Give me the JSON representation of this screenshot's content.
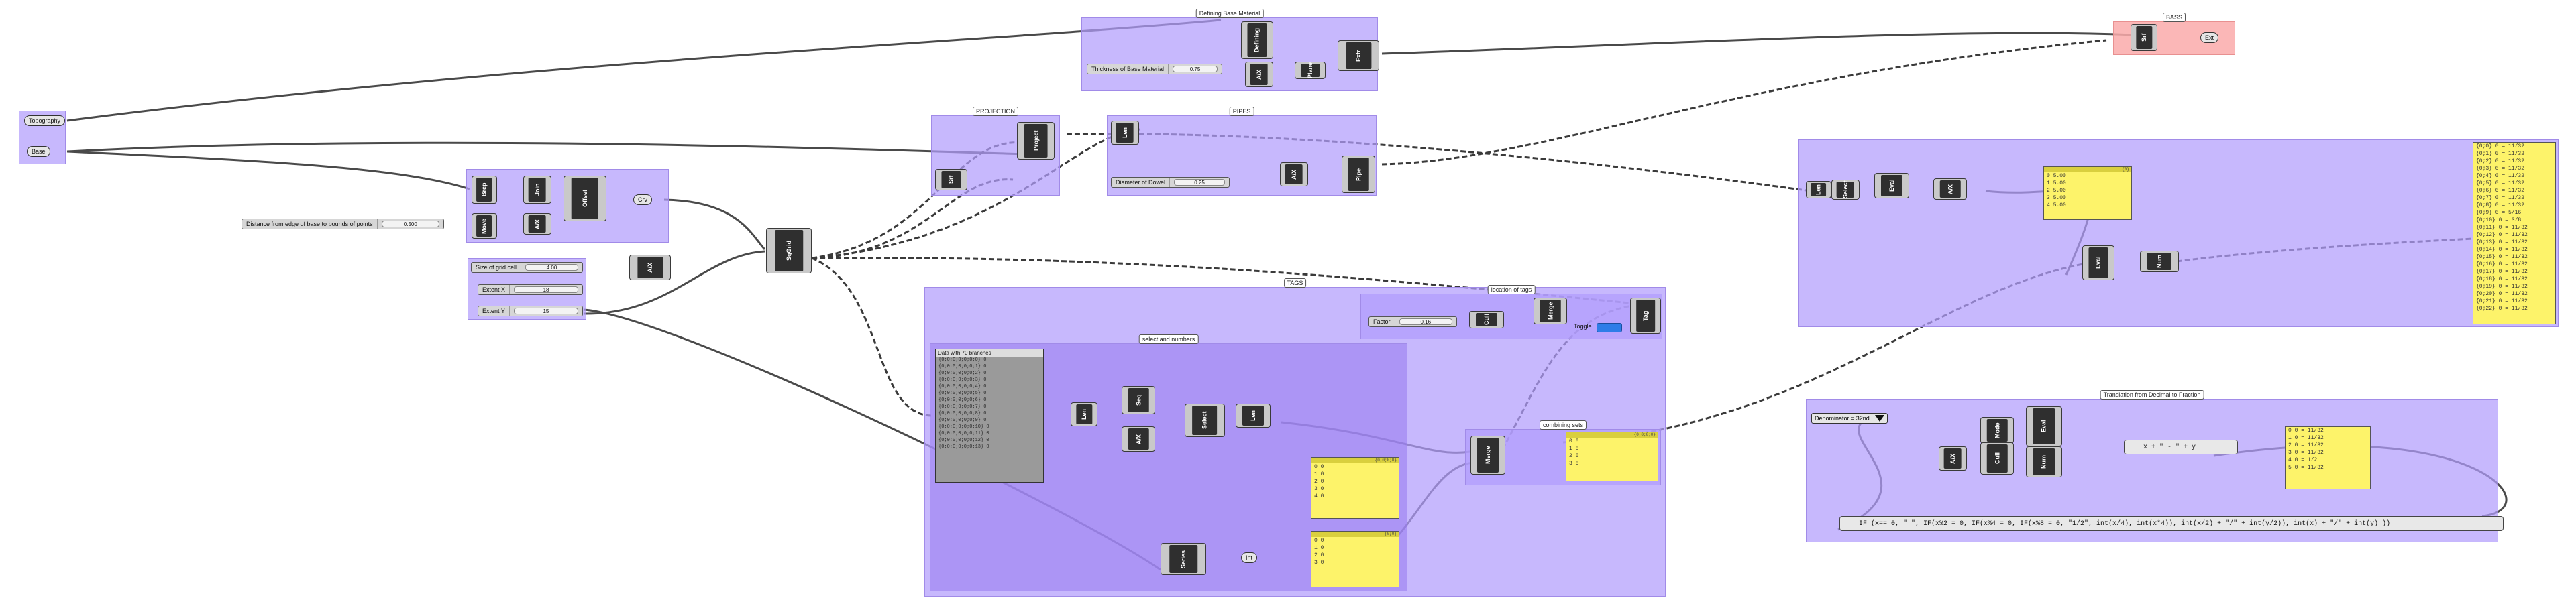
{
  "groups": {
    "base_material": "Defining Base Material",
    "bass": "BASS",
    "projection": "PROJECTION",
    "pipes": "PIPES",
    "tags": "TAGS",
    "location_of_tags": "location of tags",
    "select_and_numbers": "select and numbers",
    "combining_sets": "combining sets",
    "translation": "Translation from Decimal to Fraction"
  },
  "params": {
    "topography": "Topography",
    "base": "Base",
    "crv": "Crv",
    "srf": "Srf",
    "ext": "Ext"
  },
  "sliders": {
    "thickness": {
      "label": "Thickness of Base Material",
      "value": "0.75"
    },
    "distance": {
      "label": "Distance from edge of base to bounds of points",
      "value": "0.500"
    },
    "size_grid": {
      "label": "Size of grid cell",
      "value": "4.00"
    },
    "extent_x": {
      "label": "Extent X",
      "value": "18"
    },
    "extent_y": {
      "label": "Extent Y",
      "value": "15"
    },
    "diameter": {
      "label": "Diameter of Dowel",
      "value": "0.25"
    },
    "factor": {
      "label": "Factor",
      "value": "0.16"
    }
  },
  "components": {
    "defining": "Defining",
    "ax": "A/X",
    "plane": "Plane",
    "ext": "Extr",
    "brep": "Brep",
    "move": "Move",
    "join": "Join",
    "offset": "Offset",
    "ax2": "A/X",
    "gridsq": "SqGrid",
    "proj": "Project",
    "pipe": "Pipe",
    "seq": "Seq",
    "sel": "Select",
    "len": "Len",
    "merge": "Merge",
    "cull": "Cull",
    "tag": "Tag",
    "series": "Series",
    "srf": "Srf",
    "mode": "Mode",
    "eval": "Eval",
    "num": "Num"
  },
  "labels": {
    "toggle": "Toggle",
    "data_head": "Data with 70 branches",
    "denominator": "Denominator = 32nd"
  },
  "panels": {
    "select_a": [
      "0 0",
      "1 0",
      "2 0",
      "3 0",
      "4 0"
    ],
    "select_b": [
      "0 0",
      "1 0",
      "2 0",
      "3 0"
    ],
    "combine": [
      "0 0",
      "1 0",
      "2 0",
      "3 0"
    ],
    "frac_top": [
      "0 5.00",
      "1 5.00",
      "2 5.00",
      "3 5.00",
      "4 5.00"
    ],
    "frac_mid": [
      "0 0 = 11/32",
      "1 0 = 11/32",
      "2 0 = 11/32",
      "3 0 = 11/32",
      "4 0 = 1/2",
      "5 0 = 11/32"
    ],
    "tags_list": [
      "{0;0} 0 = 11/32",
      "{0;1} 0 = 11/32",
      "{0;2} 0 = 11/32",
      "{0;3} 0 = 11/32",
      "{0;4} 0 = 11/32",
      "{0;5} 0 = 11/32",
      "{0;6} 0 = 11/32",
      "{0;7} 0 = 11/32",
      "{0;8} 0 = 11/32",
      "{0;9} 0 = 5/16",
      "{0;10} 0 = 3/8",
      "{0;11} 0 = 11/32",
      "{0;12} 0 = 11/32",
      "{0;13} 0 = 11/32",
      "{0;14} 0 = 11/32",
      "{0;15} 0 = 11/32",
      "{0;16} 0 = 11/32",
      "{0;17} 0 = 11/32",
      "{0;18} 0 = 11/32",
      "{0;19} 0 = 11/32",
      "{0;20} 0 = 11/32",
      "{0;21} 0 = 11/32",
      "{0;22} 0 = 11/32"
    ],
    "data_rows": [
      "{0;0;0;0;0;0;0}  0",
      "{0;0;0;0;0;0;1}  0",
      "{0;0;0;0;0;0;2}  0",
      "{0;0;0;0;0;0;3}  0",
      "{0;0;0;0;0;0;4}  0",
      "{0;0;0;0;0;0;5}  0",
      "{0;0;0;0;0;0;6}  0",
      "{0;0;0;0;0;0;7}  0",
      "{0;0;0;0;0;0;8}  0",
      "{0;0;0;0;0;0;9}  0",
      "{0;0;0;0;0;0;10}  0",
      "{0;0;0;0;0;0;11}  0",
      "{0;0;0;0;0;0;12}  0",
      "{0;0;0;0;0;0;13}  0"
    ]
  },
  "expr_small": "x + \" - \" + y",
  "expression": "IF (x== 0, \" \", IF(x%2 = 0, IF(x%4 = 0, IF(x%8 = 0, \"1/2\", int(x/4), int(x*4)), int(x/2) + \"/\" + int(y/2)),  int(x) + \"/\" + int(y) ))",
  "colors": {
    "group": "#b29cfc",
    "panel": "#fdf36a",
    "toggle": "#2e7de8",
    "bass": "#faaaaa"
  }
}
